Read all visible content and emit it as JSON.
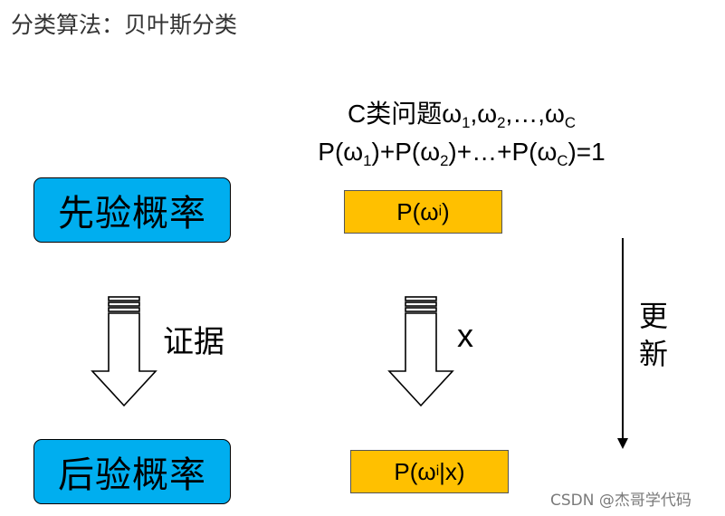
{
  "title": "分类算法：贝叶斯分类",
  "problem": {
    "prefix": "C类问题",
    "omega": "ω",
    "sub1": "1",
    "sub2": "2",
    "subC": "C",
    "comma": ",",
    "ellipsis": "…",
    "P_open": "P(",
    "close_paren": ")",
    "plus": "+",
    "equals_one": "=1"
  },
  "prior": {
    "label": "先验概率",
    "formula_pre": "P(ω",
    "formula_sub": "i",
    "formula_post": ")"
  },
  "posterior": {
    "label": "后验概率",
    "formula_pre": "P(ω",
    "formula_sub": "i",
    "formula_post": "|x)"
  },
  "evidence_label": "证据",
  "x_label": "x",
  "update_label_1": "更",
  "update_label_2": "新",
  "watermark": "CSDN @杰哥学代码",
  "colors": {
    "blue_box": "#00AEEF",
    "yellow_box": "#FFC000"
  }
}
